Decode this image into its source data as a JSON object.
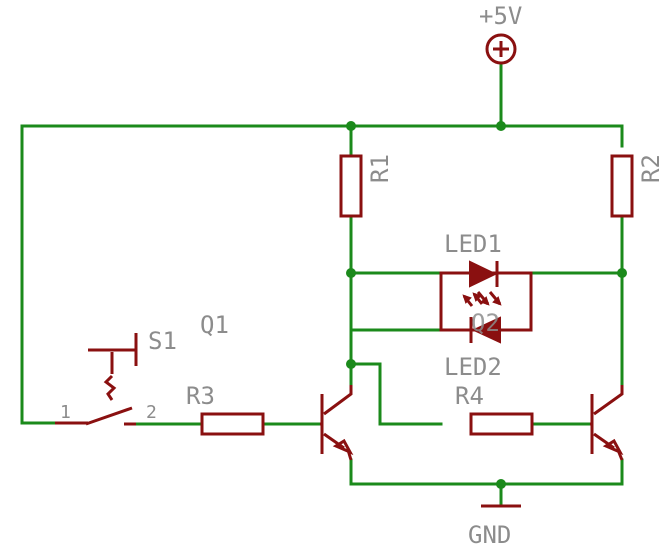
{
  "supply": {
    "label": "+5V",
    "symbol": "plus-icon"
  },
  "ground": {
    "label": "GND"
  },
  "switch": {
    "name": "S1",
    "pin1": "1",
    "pin2": "2"
  },
  "resistors": {
    "r1": "R1",
    "r2": "R2",
    "r3": "R3",
    "r4": "R4"
  },
  "leds": {
    "led1": "LED1",
    "led2": "LED2"
  },
  "transistors": {
    "q1": "Q1",
    "q2": "Q2"
  },
  "colors": {
    "wire": "#1b8a1b",
    "component": "#8a1010",
    "label": "#8c8c8c",
    "background": "#ffffff"
  }
}
